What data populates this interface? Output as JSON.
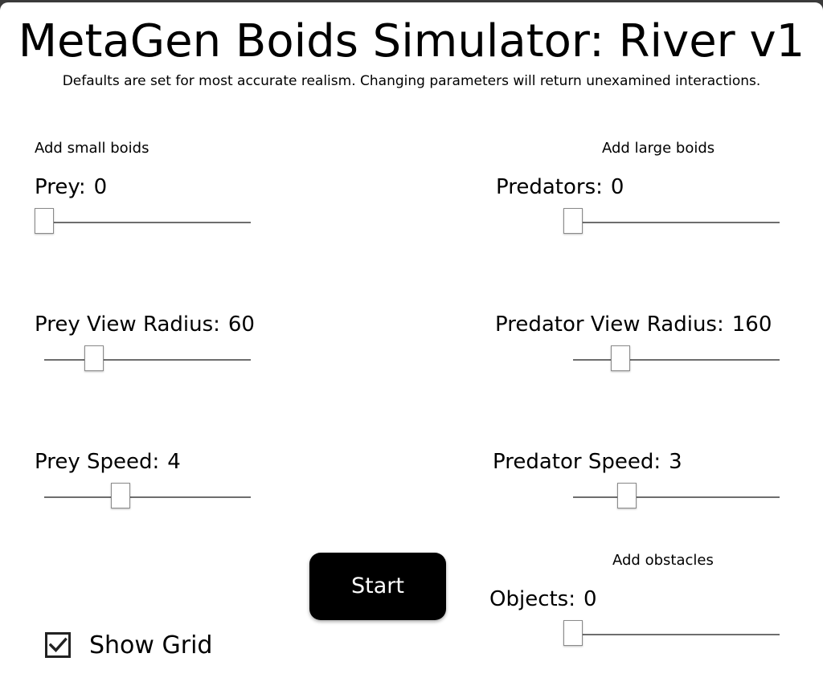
{
  "app": {
    "title": "MetaGen Boids Simulator: River v1",
    "subtitle": "Defaults are set for most accurate realism. Changing parameters will return unexamined interactions."
  },
  "sections": {
    "small": "Add small boids",
    "large": "Add large boids",
    "obstacles": "Add obstacles"
  },
  "params": {
    "prey": {
      "label": "Prey:",
      "value": "0",
      "fraction": 0.0
    },
    "predators": {
      "label": "Predators:",
      "value": "0",
      "fraction": 0.0
    },
    "prey_view_radius": {
      "label": "Prey View Radius:",
      "value": "60",
      "fraction": 0.24
    },
    "predator_view_radius": {
      "label": "Predator View Radius:",
      "value": "160",
      "fraction": 0.23
    },
    "prey_speed": {
      "label": "Prey Speed:",
      "value": "4",
      "fraction": 0.37
    },
    "predator_speed": {
      "label": "Predator Speed:",
      "value": "3",
      "fraction": 0.26
    },
    "objects": {
      "label": "Objects:",
      "value": "0",
      "fraction": 0.0
    }
  },
  "controls": {
    "start_label": "Start",
    "show_grid_label": "Show Grid",
    "show_grid_checked": true
  }
}
